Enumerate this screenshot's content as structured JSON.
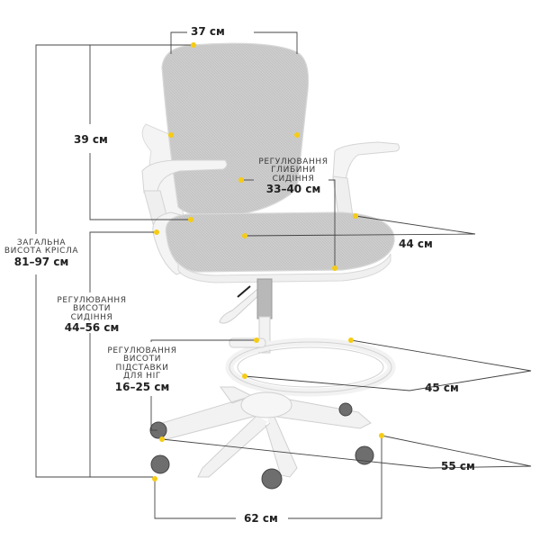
{
  "dimensions": {
    "back_width": "37 см",
    "back_height": "39 см",
    "seat_depth_caption": [
      "РЕГУЛЮВАННЯ",
      "ГЛИБИНИ",
      "СИДІННЯ"
    ],
    "seat_depth_value": "33–40 см",
    "seat_width": "44 см",
    "total_height_caption": [
      "ЗАГАЛЬНА",
      "ВИСОТА КРІСЛА"
    ],
    "total_height_value": "81–97 см",
    "seat_height_caption": [
      "РЕГУЛЮВАННЯ",
      "ВИСОТИ СИДІННЯ"
    ],
    "seat_height_value": "44–56 см",
    "footrest_caption": [
      "РЕГУЛЮВАННЯ",
      "ВИСОТИ",
      "ПІДСТАВКИ",
      "ДЛЯ НІГ"
    ],
    "footrest_value": "16–25 см",
    "footrest_depth": "45 см",
    "base_depth": "55 см",
    "base_width": "62 см"
  },
  "colors": {
    "marker": "#f5cc14",
    "line": "#444444",
    "mesh": "#c9c9c9",
    "frame": "#f3f3f3",
    "wheel": "#6e6e6e"
  }
}
